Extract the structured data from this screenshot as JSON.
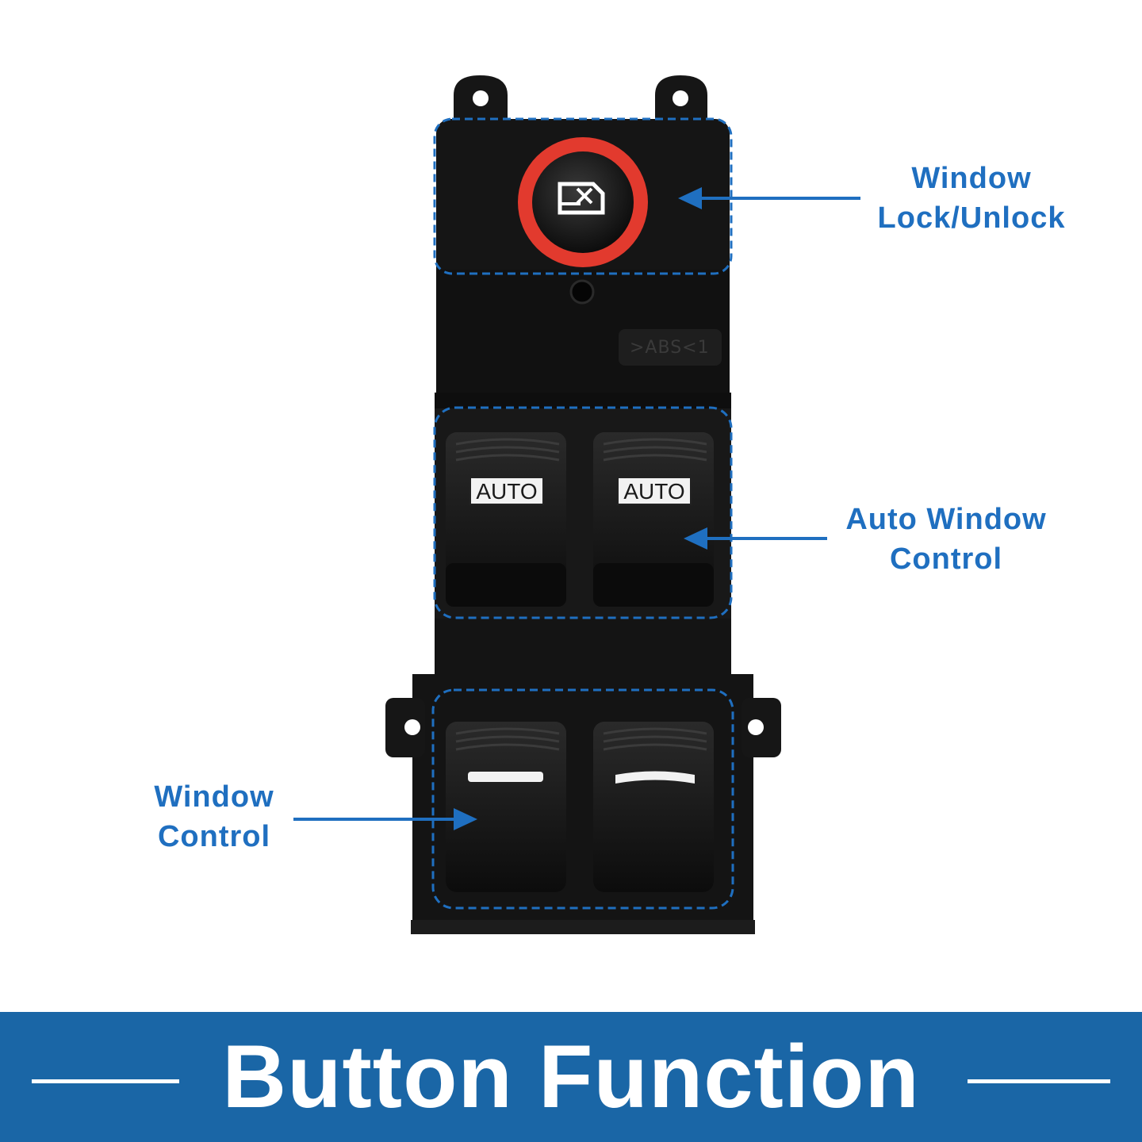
{
  "callouts": {
    "lock": {
      "line1": "Window",
      "line2": "Lock/Unlock"
    },
    "auto": {
      "line1": "Auto Window",
      "line2": "Control"
    },
    "manual": {
      "line1": "Window",
      "line2": "Control"
    }
  },
  "switch": {
    "mark": ">ABS<1",
    "auto_left": "AUTO",
    "auto_right": "AUTO"
  },
  "banner": {
    "title": "Button Function"
  },
  "colors": {
    "accent": "#1f6fc0",
    "banner": "#1a66a6",
    "lock_ring": "#e23a2e",
    "housing": "#151515"
  }
}
